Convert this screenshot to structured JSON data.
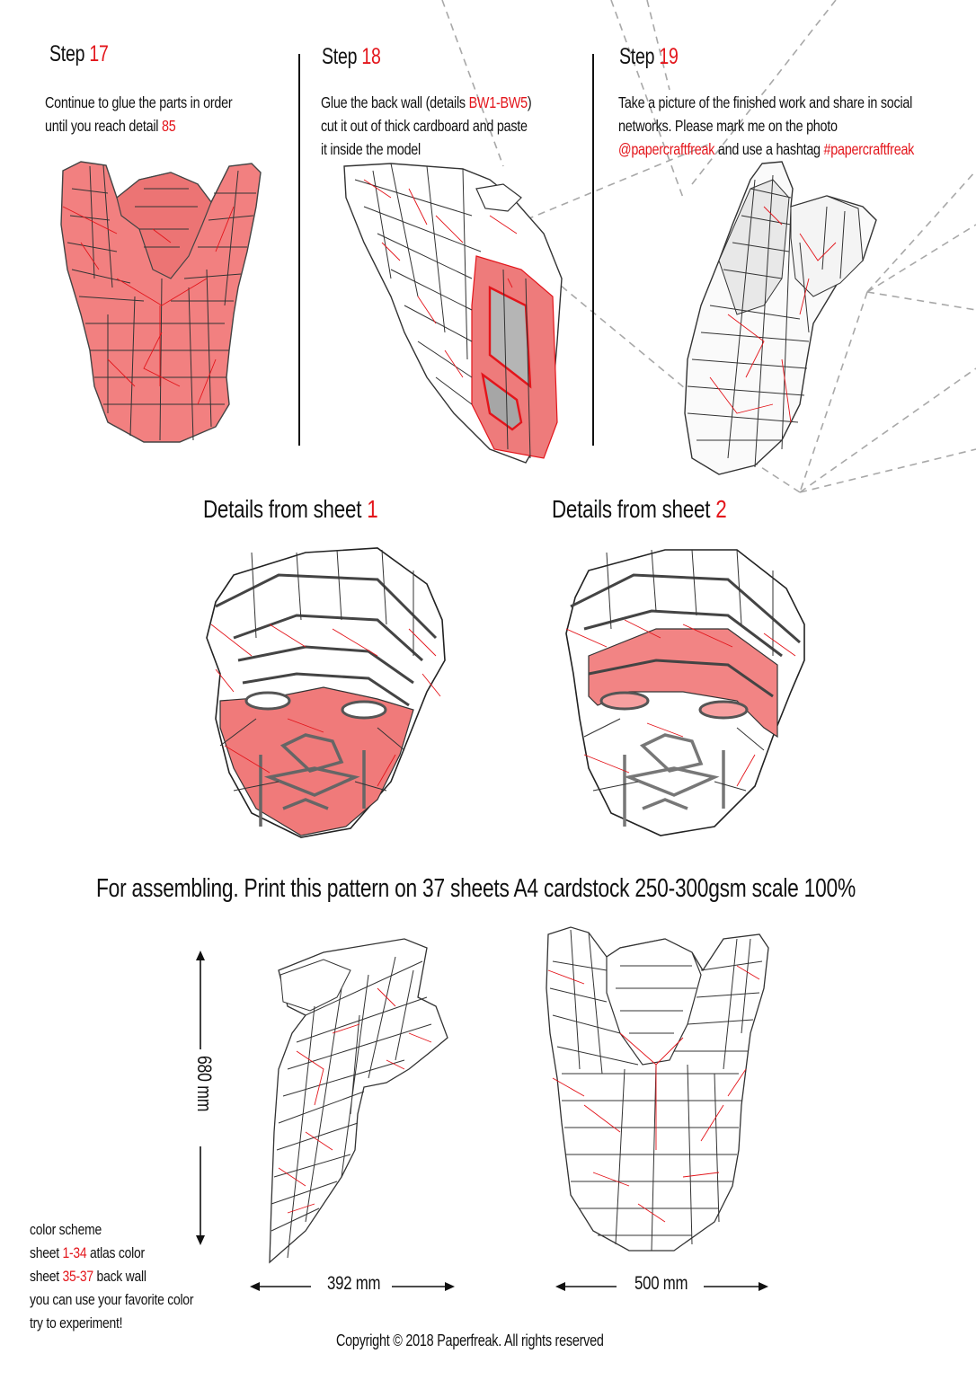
{
  "steps": [
    {
      "label": "Step",
      "number": "17",
      "lines": [
        {
          "text": "Continue to glue the parts in order"
        },
        {
          "text": "until you reach detail ",
          "highlight": "85"
        }
      ]
    },
    {
      "label": "Step",
      "number": "18",
      "lines": [
        {
          "text": "Glue the back wall (details ",
          "highlight": "BW1-BW5",
          "after": ")"
        },
        {
          "text": "cut it out of thick cardboard and paste"
        },
        {
          "text": "it inside the model"
        }
      ]
    },
    {
      "label": "Step",
      "number": "19",
      "lines": [
        {
          "text": "Take a picture of the finished work and share in social"
        },
        {
          "text": "networks. Please mark me on the photo"
        },
        {
          "highlight": "@papercraftfreak",
          "text": " and use a hashtag ",
          "highlight2": "#papercraftfreak"
        }
      ]
    }
  ],
  "sheets": [
    {
      "label": "Details from sheet ",
      "number": "1"
    },
    {
      "label": "Details from sheet ",
      "number": "2"
    }
  ],
  "banner": "For assembling. Print this pattern on 37 sheets A4 cardstock 250-300gsm scale 100%",
  "dimensions": {
    "height": "680 mm",
    "width_side": "392 mm",
    "width_front": "500 mm"
  },
  "legend": {
    "title": "color  scheme",
    "rows": [
      {
        "prefix": "sheet  ",
        "range": "1-34",
        "suffix": " atlas color"
      },
      {
        "prefix": "sheet  ",
        "range": "35-37",
        "suffix": " back wall"
      }
    ],
    "note1": "you can use your favorite color",
    "note2": "try to experiment!"
  },
  "copyright": "Copyright © 2018 Paperfreak. All rights reserved",
  "colors": {
    "accent_red": "#e3151b",
    "model_fill_red": "#f08080",
    "text": "#111111",
    "dashed_gray": "#a0a0a0"
  }
}
